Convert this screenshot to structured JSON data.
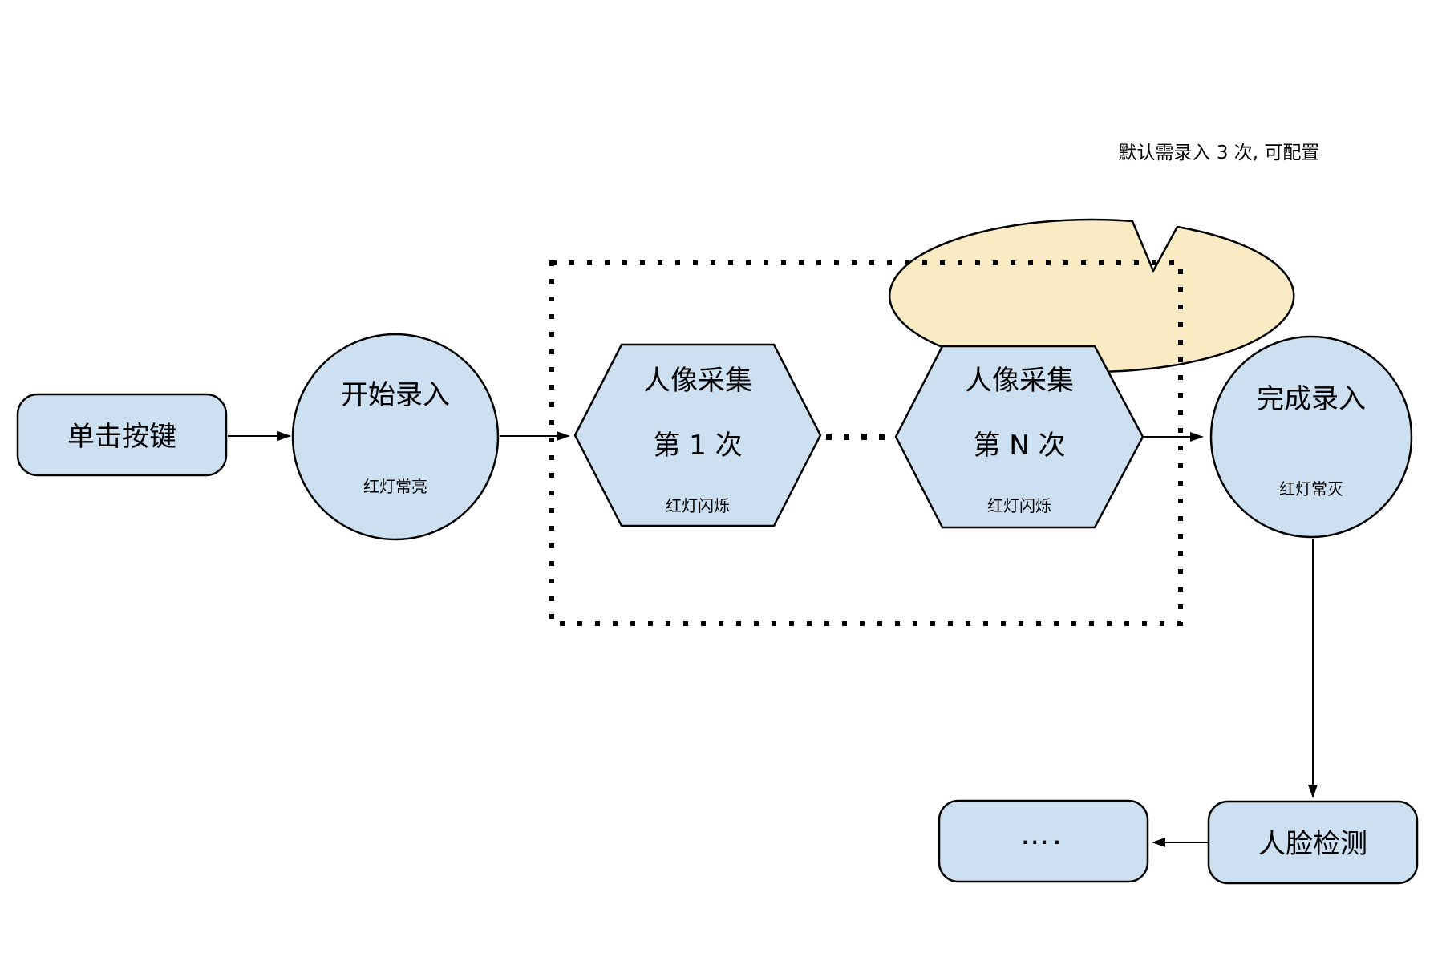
{
  "colors": {
    "node_fill": "#CDE0F2",
    "callout_fill": "#FAEBC5",
    "stroke": "#000000"
  },
  "nodes": {
    "click_button": {
      "label": "单击按键"
    },
    "start_enroll": {
      "label": "开始录入",
      "status": "红灯常亮"
    },
    "capture_first": {
      "title": "人像采集",
      "subtitle": "第 1 次",
      "status": "红灯闪烁"
    },
    "capture_nth": {
      "title": "人像采集",
      "subtitle": "第 N 次",
      "status": "红灯闪烁"
    },
    "finish_enroll": {
      "label": "完成录入",
      "status": "红灯常灭"
    },
    "face_detection": {
      "label": "人脸检测"
    },
    "continuation": {
      "label": "…."
    }
  },
  "callout": {
    "text": "默认需录入 3 次, 可配置"
  }
}
